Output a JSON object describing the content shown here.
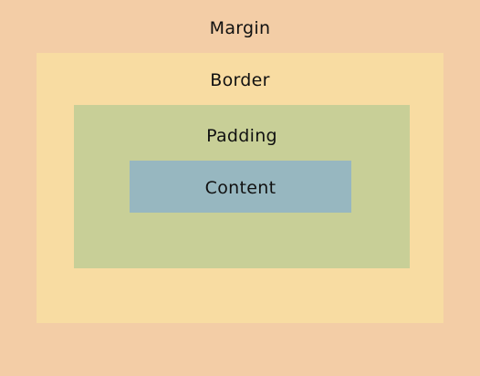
{
  "layers": {
    "margin": {
      "label": "Margin",
      "color": "#F3CDA6"
    },
    "border": {
      "label": "Border",
      "color": "#F8DCA2"
    },
    "padding": {
      "label": "Padding",
      "color": "#C8CF97"
    },
    "content": {
      "label": "Content",
      "color": "#97B7C0"
    }
  }
}
